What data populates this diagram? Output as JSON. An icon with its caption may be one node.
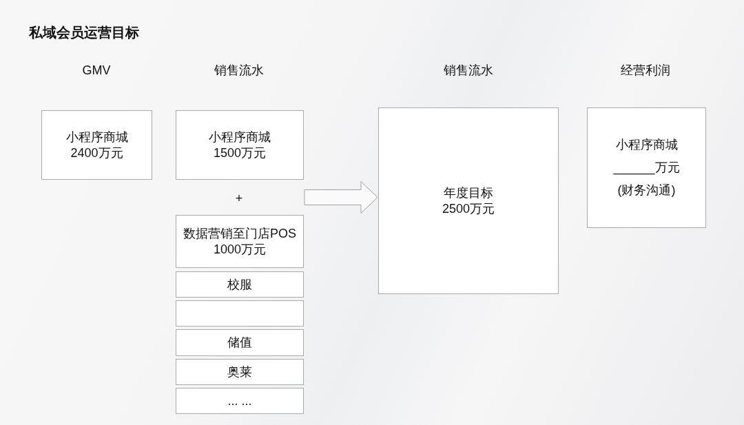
{
  "diagram": {
    "title": "私域会员运营目标",
    "nodes": [
      {
        "text": [
          "小程序商城",
          "2400万元"
        ]
      },
      {
        "text": [
          "小程序商城",
          "1500万元"
        ]
      },
      {
        "text": [
          "数据营销至门店POS",
          "1000万元"
        ]
      },
      {
        "text": [
          "校服"
        ]
      },
      {
        "text": [],
        "shape": "box"
      },
      {
        "text": [
          "储值"
        ]
      },
      {
        "text": [
          "奥莱"
        ]
      },
      {
        "text": [
          "... ..."
        ]
      },
      {
        "text": [
          "年度目标",
          "2500万元"
        ]
      },
      {
        "text": [
          "小程序商城",
          "______万元",
          "(财务沟通)"
        ]
      }
    ],
    "edges": [
      {
        "from": 1,
        "to": 8,
        "arrow": "to"
      },
      {
        "from": 2,
        "to": 8,
        "arrow": "to"
      }
    ],
    "labels": [
      "GMV",
      "销售流水",
      "+",
      "销售流水",
      "经营利润"
    ]
  }
}
